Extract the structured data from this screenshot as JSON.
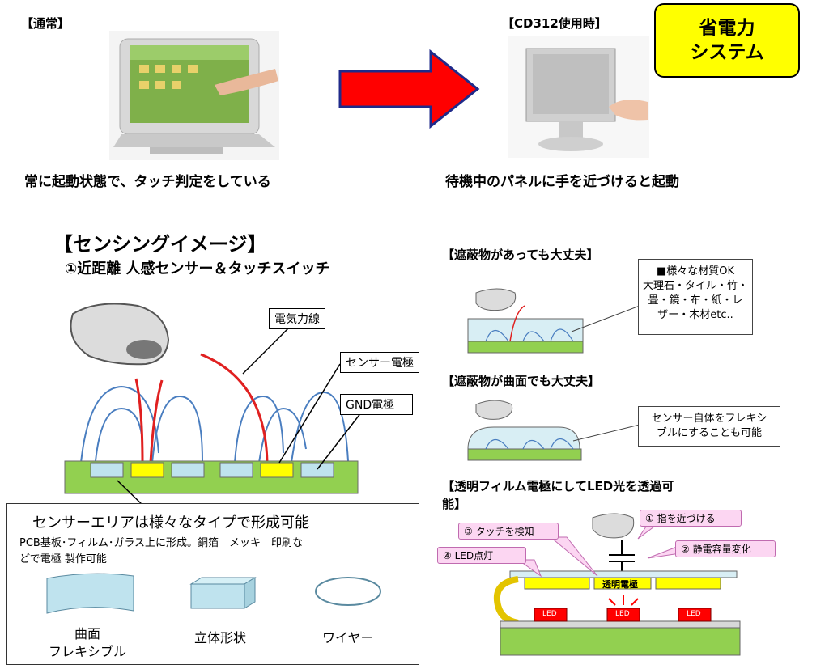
{
  "header": {
    "normal_label": "【通常】",
    "cd312_label": "【CD312使用時】",
    "badge_line1": "省電力",
    "badge_line2": "システム",
    "normal_caption": "常に起動状態で、タッチ判定をしている",
    "cd312_caption": "待機中のパネルに手を近づけると起動"
  },
  "sensing": {
    "title": "【センシングイメージ】",
    "subtitle": "①近距離 人感センサー＆タッチスイッチ",
    "callout_field": "電気力線",
    "callout_sensor": "センサー電極",
    "callout_gnd": "GND電極"
  },
  "info": {
    "heading": "センサーエリアは様々なタイプで形成可能",
    "line1": "PCB基板･フィルム･ガラス上に形成。銅箔　メッキ　印刷な",
    "line2": "どで電極 製作可能",
    "shape1_line1": "曲面",
    "shape1_line2": "フレキシブル",
    "shape2": "立体形状",
    "shape3": "ワイヤー"
  },
  "right": {
    "shield_title": "【遮蔽物があっても大丈夫】",
    "shield_note_1": "■様々な材質OK",
    "shield_note_2": "大理石・タイル・竹・",
    "shield_note_3": "畳・鏡・布・紙・レ",
    "shield_note_4": "ザー・木材etc..",
    "curved_title": "【遮蔽物が曲面でも大丈夫】",
    "curved_note_1": "センサー自体をフレキシ",
    "curved_note_2": "ブルにすることも可能",
    "film_title_1": "【透明フィルム電極にしてLED光を透過可",
    "film_title_2": "能】",
    "step1": "① 指を近づける",
    "step2": "② 静電容量変化",
    "step3": "③ タッチを検知",
    "step4": "④ LED点灯",
    "electrode_label": "透明電極",
    "led_label": "LED"
  },
  "colors": {
    "badge": "#ffff00",
    "arrow_red": "#ff0000",
    "arrow_border": "#1f2a8a",
    "substrate_green": "#92d050",
    "electrode_yellow": "#ffff00",
    "electrode_blue": "#bfe3ee",
    "field_blue": "#4a7ec0",
    "field_red": "#e02020",
    "callout_pink": "#fcd6f2"
  }
}
